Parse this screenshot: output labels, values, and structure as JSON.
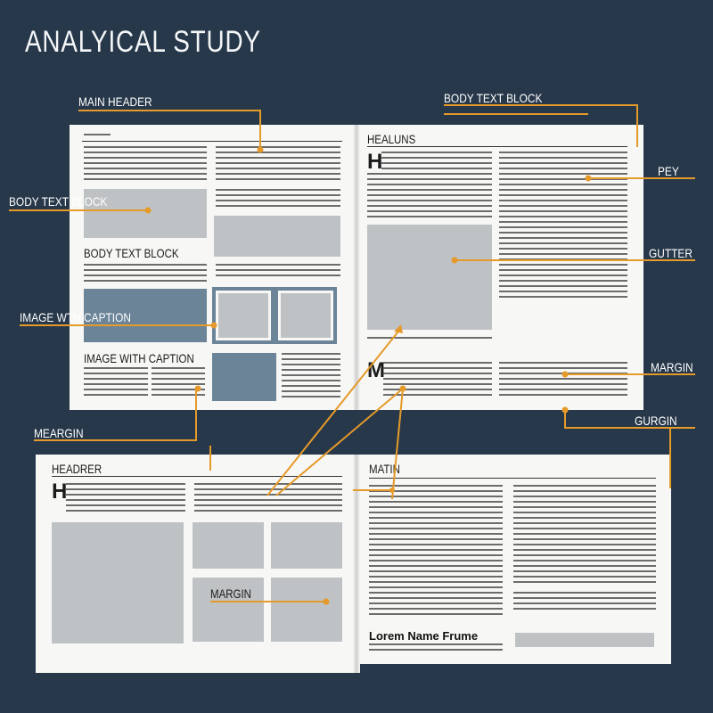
{
  "title": "ANALYICAL STUDY",
  "labels": {
    "main_header": "MAIN HEADER",
    "body_text_block_right": "BODY TEXT BLOCK",
    "body_text_block_left": "BODY TEXT BLOCK",
    "pey": "PEY",
    "gutter": "GUTTER",
    "image_with_caption": "IMAGE WTH CAPTION",
    "margin_right": "MARGIN",
    "meargin": "MEARGIN",
    "gurgin": "GURGIN"
  },
  "spread_top": {
    "left_page": {
      "small_header": "",
      "body_text_block_heading": "BODY TEXT BLOCK",
      "image_with_caption_heading": "IMAGE WITH CAPTION"
    },
    "right_page": {
      "headline": "HEALUNS",
      "drop_cap_1": "H",
      "drop_cap_2": "M"
    }
  },
  "spread_bottom": {
    "left_page": {
      "header": "HEADRER",
      "drop_cap": "H",
      "margin_label": "MARGIN"
    },
    "right_page": {
      "header": "MATIN",
      "lorem": "Lorem Name Frume"
    }
  },
  "colors": {
    "background": "#27384a",
    "page": "#f7f7f5",
    "accent": "#e59a2a",
    "image_placeholder": "#bfc2c4",
    "image_blue": "#6b8497"
  }
}
